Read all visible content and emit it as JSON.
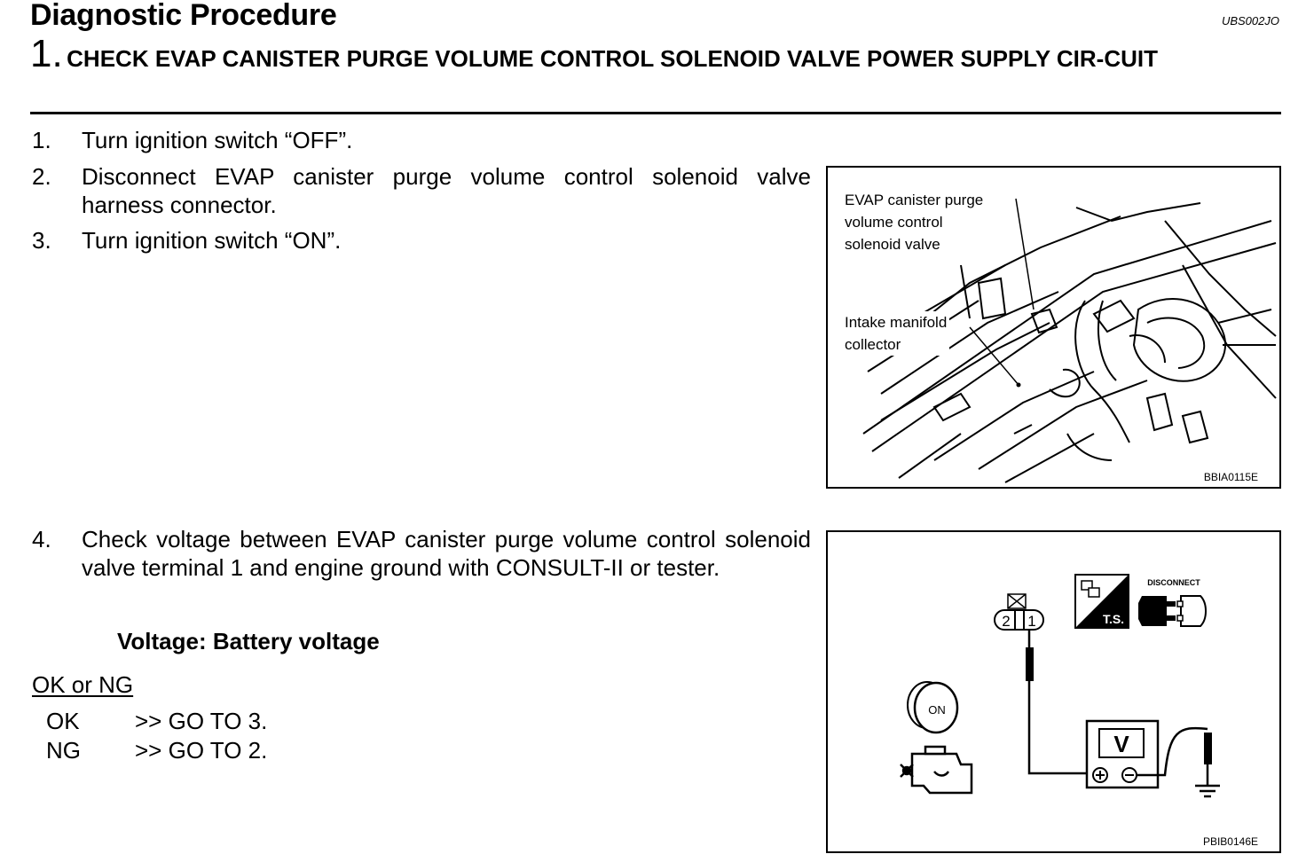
{
  "header": {
    "title": "Diagnostic Procedure",
    "doc_id": "UBS002JO",
    "step_number": "1.",
    "step_title": "CHECK EVAP CANISTER PURGE VOLUME CONTROL SOLENOID VALVE POWER SUPPLY CIR-CUIT"
  },
  "steps": [
    {
      "num": "1.",
      "text": "Turn ignition switch “OFF”."
    },
    {
      "num": "2.",
      "text": "Disconnect EVAP canister purge volume control solenoid valve harness connector."
    },
    {
      "num": "3.",
      "text": "Turn ignition switch “ON”."
    },
    {
      "num": "4.",
      "text": "Check voltage between EVAP canister purge volume control solenoid valve terminal 1 and engine ground with CONSULT-II or tester."
    }
  ],
  "spec": "Voltage: Battery voltage",
  "result": {
    "heading": "OK or NG",
    "rows": [
      {
        "key": "OK",
        "action": ">> GO TO 3."
      },
      {
        "key": "NG",
        "action": ">> GO TO 2."
      }
    ]
  },
  "figure1": {
    "label_valve": "EVAP canister purge volume control solenoid valve",
    "label_valve_lines": [
      "EVAP canister purge",
      "volume control",
      "solenoid valve"
    ],
    "label_manifold_lines": [
      "Intake manifold",
      "collector"
    ],
    "code": "BBIA0115E"
  },
  "figure2": {
    "connector_pins": [
      "2",
      "1"
    ],
    "ts_label": "T.S.",
    "disconnect_label": "DISCONNECT",
    "ignition_label": "ON",
    "meter_label": "V",
    "code": "PBIB0146E"
  }
}
